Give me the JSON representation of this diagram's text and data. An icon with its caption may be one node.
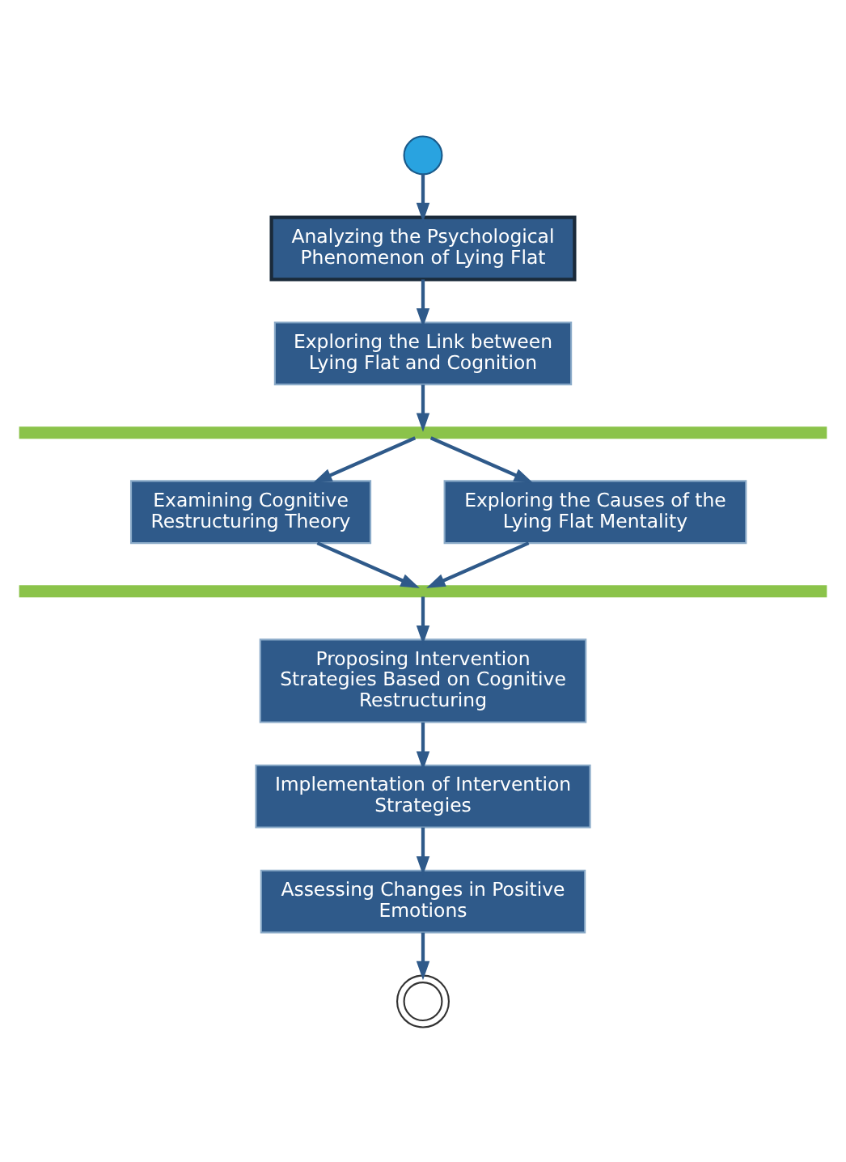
{
  "diagram": {
    "nodes": [
      {
        "text": [],
        "shape": "circle"
      },
      {
        "text": [
          "Analyzing the Psychological Phenomenon of Lying Flat"
        ]
      },
      {
        "text": [
          "Exploring the Link between Lying Flat and Cognition"
        ]
      },
      {
        "text": [],
        "shape": "bar"
      },
      {
        "text": [
          "Examining Cognitive Restructuring Theory"
        ]
      },
      {
        "text": [
          "Exploring the Causes of the Lying Flat Mentality"
        ]
      },
      {
        "text": [],
        "shape": "bar"
      },
      {
        "text": [
          "Proposing Intervention Strategies Based on Cognitive Restructuring"
        ]
      },
      {
        "text": [
          "Implementation of Intervention Strategies"
        ]
      },
      {
        "text": [
          "Assessing Changes in Positive Emotions"
        ]
      },
      {
        "text": [],
        "shape": "bullseye"
      }
    ],
    "edges": [
      {
        "from": 0,
        "to": 1,
        "arrow": "to"
      },
      {
        "from": 1,
        "to": 2,
        "arrow": "to"
      },
      {
        "from": 2,
        "to": 3,
        "arrow": "to"
      },
      {
        "from": 3,
        "to": 4,
        "arrow": "to"
      },
      {
        "from": 3,
        "to": 5,
        "arrow": "to"
      },
      {
        "from": 4,
        "to": 6,
        "arrow": "to"
      },
      {
        "from": 5,
        "to": 6,
        "arrow": "to"
      },
      {
        "from": 6,
        "to": 7,
        "arrow": "to"
      },
      {
        "from": 7,
        "to": 8,
        "arrow": "to"
      },
      {
        "from": 8,
        "to": 9,
        "arrow": "to"
      },
      {
        "from": 9,
        "to": 10,
        "arrow": "to"
      }
    ]
  }
}
